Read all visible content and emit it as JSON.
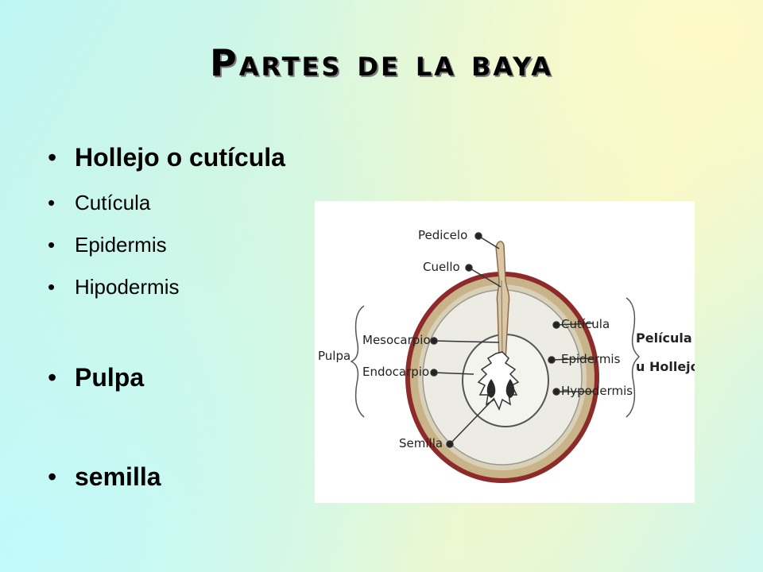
{
  "slide": {
    "title": "Partes de la baya",
    "bullets": [
      {
        "text": "Hollejo o cutícula",
        "level": "main"
      },
      {
        "text": "Cutícula",
        "level": "sub"
      },
      {
        "text": "Epidermis",
        "level": "sub"
      },
      {
        "text": "Hipodermis",
        "level": "sub"
      },
      {
        "text": "Pulpa",
        "level": "main"
      },
      {
        "text": "semilla",
        "level": "main"
      }
    ],
    "bullet_glyph": "•"
  },
  "diagram": {
    "labels": {
      "pedicelo": "Pedicelo",
      "cuello": "Cuello",
      "pulpa": "Pulpa",
      "mesocarpio": "Mesocarpio",
      "endocarpio": "Endocarpio",
      "semilla": "Semilla",
      "cuticula": "Cutícula",
      "epidermis": "Epidermis",
      "hypodermis": "Hypodermis",
      "pelicula_line1": "Película",
      "pelicula_line2": "u Hollejo"
    },
    "colors": {
      "skin_outer": "#8e2a2a",
      "skin_inner": "#c9b48a",
      "pulp": "#e8e8e0",
      "seed": "#2a2a2a",
      "lines": "#333333"
    }
  }
}
